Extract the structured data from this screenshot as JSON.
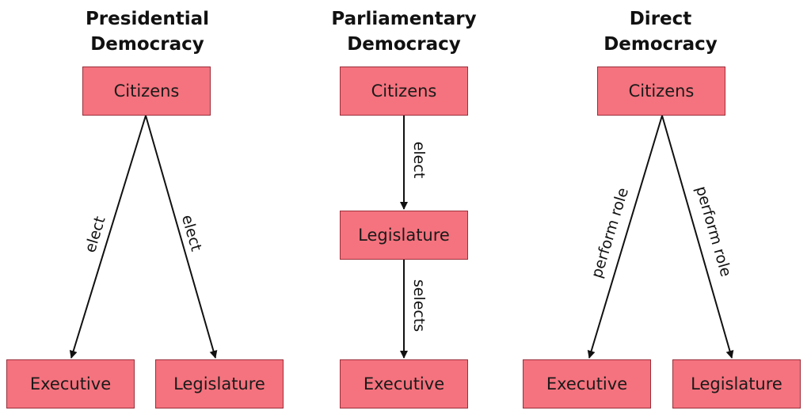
{
  "panels": [
    {
      "title_line1": "Presidential",
      "title_line2": "Democracy",
      "top": "Citizens",
      "left": "Executive",
      "right": "Legislature",
      "edge_left": "elect",
      "edge_right": "elect"
    },
    {
      "title_line1": "Parliamentary",
      "title_line2": "Democracy",
      "top": "Citizens",
      "middle": "Legislature",
      "bottom": "Executive",
      "edge_top": "elect",
      "edge_bottom": "selects"
    },
    {
      "title_line1": "Direct",
      "title_line2": "Democracy",
      "top": "Citizens",
      "left": "Executive",
      "right": "Legislature",
      "edge_left": "perform role",
      "edge_right": "perform role"
    }
  ],
  "colors": {
    "box_fill": "#f4737e",
    "box_border": "#9c2f3a",
    "arrow": "#111111"
  }
}
